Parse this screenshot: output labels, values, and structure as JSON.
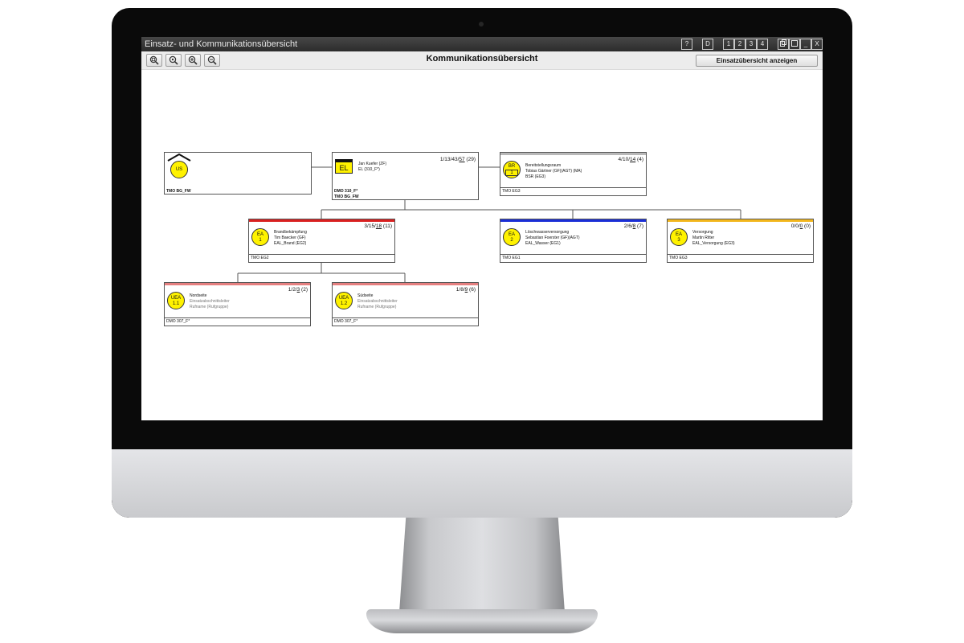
{
  "window": {
    "title": "Einsatz- und Kommunikationsübersicht",
    "buttons": {
      "help": "?",
      "d": "D",
      "v1": "1",
      "v2": "2",
      "v3": "3",
      "v4": "4",
      "minimize": "_",
      "close": "X"
    }
  },
  "toolbar": {
    "title": "Kommunikationsübersicht",
    "einsatz_button": "Einsatzübersicht anzeigen",
    "zoom_icons": [
      "zoom-fit-icon",
      "zoom-actual-icon",
      "zoom-in-icon",
      "zoom-out-icon"
    ]
  },
  "colors": {
    "badge": "#fff200",
    "ea1": "#d92020",
    "ea2": "#1a2ed6",
    "ea3": "#f2b61c",
    "uea": "#e68080",
    "grey": "#b8b8b8"
  },
  "nodes": {
    "us": {
      "badge": "US",
      "footer": "TMO BG_FW"
    },
    "el": {
      "badge": "EL",
      "count_pre": "1/13/43/",
      "count_u": "57",
      "count_post": " (29)",
      "line1": "Jan Kuefer (ZF)",
      "line2": "EL (310_F*)",
      "dmo": "DMO 310_F*",
      "footer": "TMO BG_FW"
    },
    "br": {
      "badge_top": "BR",
      "badge_bottom": "1",
      "count_pre": "4/10/",
      "count_u": "14",
      "count_post": " (4)",
      "line1": "Bereitstellungsraum",
      "line2": "Tobias Gärtner (GF)(AGT) (MA)",
      "line3": "BSR (EG3)",
      "footer": "TMO EG3"
    },
    "ea1": {
      "badge_top": "EA",
      "badge_bottom": "1",
      "count_pre": "3/15/",
      "count_u": "18",
      "count_post": " (11)",
      "line1": "Brandbekämpfung",
      "line2": "Tim Baecker (GF)",
      "line3": "EAL_Brand (EG2)",
      "footer": "TMO EG2"
    },
    "ea2": {
      "badge_top": "EA",
      "badge_bottom": "2",
      "count_pre": "2/6/",
      "count_u": "8",
      "count_post": " (7)",
      "line1": "Löschwasserversorgung",
      "line2": "Sebastian Foerster (GF)(AGT)",
      "line3": "EAL_Wasser (EG1)",
      "footer": "TMO EG1"
    },
    "ea3": {
      "badge_top": "EA",
      "badge_bottom": "3",
      "count_pre": "0/0/",
      "count_u": "0",
      "count_post": " (0)",
      "line1": "Versorgung",
      "line2": "Martin Ritter",
      "line3": "EAL_Versorgung (EG3)",
      "footer": "TMO EG3"
    },
    "uea11": {
      "badge_top": "UEA",
      "badge_bottom": "1.1",
      "count_pre": "1/2/",
      "count_u": "3",
      "count_post": " (2)",
      "line1": "Nordseite",
      "line2": "Einsatzabschnittsleiter",
      "line3": "Rufname (Rufgruppe)",
      "footer": "DMO 307_F*"
    },
    "uea12": {
      "badge_top": "UEA",
      "badge_bottom": "1.2",
      "count_pre": "1/8/",
      "count_u": "9",
      "count_post": " (6)",
      "line1": "Südseite",
      "line2": "Einsatzabschnittsleiter",
      "line3": "Rufname (Rufgruppe)",
      "footer": "DMO 307_F*"
    }
  }
}
